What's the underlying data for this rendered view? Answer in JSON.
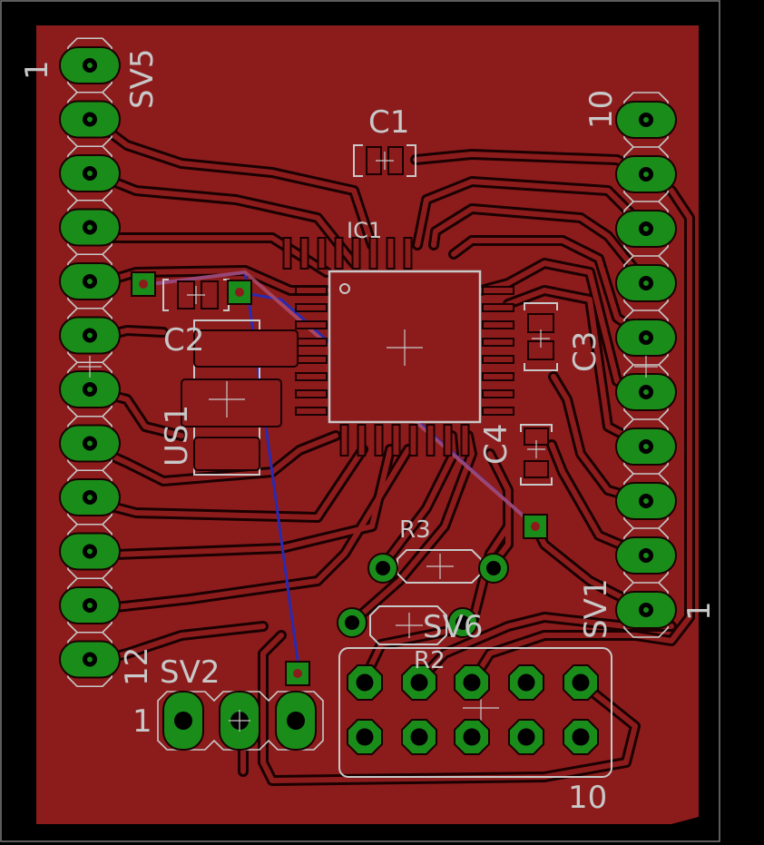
{
  "colors": {
    "background": "#000000",
    "copper": "#8c1c1c",
    "trace_outline": "#1a0000",
    "pad": "#1a8c1a",
    "pad_hole": "#000000",
    "silkscreen": "#c8c8c8",
    "bottom_trace": "#2a2ab0",
    "airwire": "#b05070"
  },
  "components": {
    "sv5": {
      "name": "SV5",
      "pin_first": "1",
      "pin_last": "12"
    },
    "sv1": {
      "name": "SV1",
      "pin_first": "1",
      "pin_last": "10"
    },
    "sv2": {
      "name": "SV2",
      "pin_first": "1"
    },
    "sv6": {
      "name": "SV6",
      "pin_last": "10"
    },
    "ic1": {
      "name": "IC1"
    },
    "c1": {
      "name": "C1"
    },
    "c2": {
      "name": "C2"
    },
    "c3": {
      "name": "C3"
    },
    "c4": {
      "name": "C4"
    },
    "r2": {
      "name": "R2"
    },
    "r3": {
      "name": "R3"
    },
    "us1": {
      "name": "US1"
    }
  }
}
